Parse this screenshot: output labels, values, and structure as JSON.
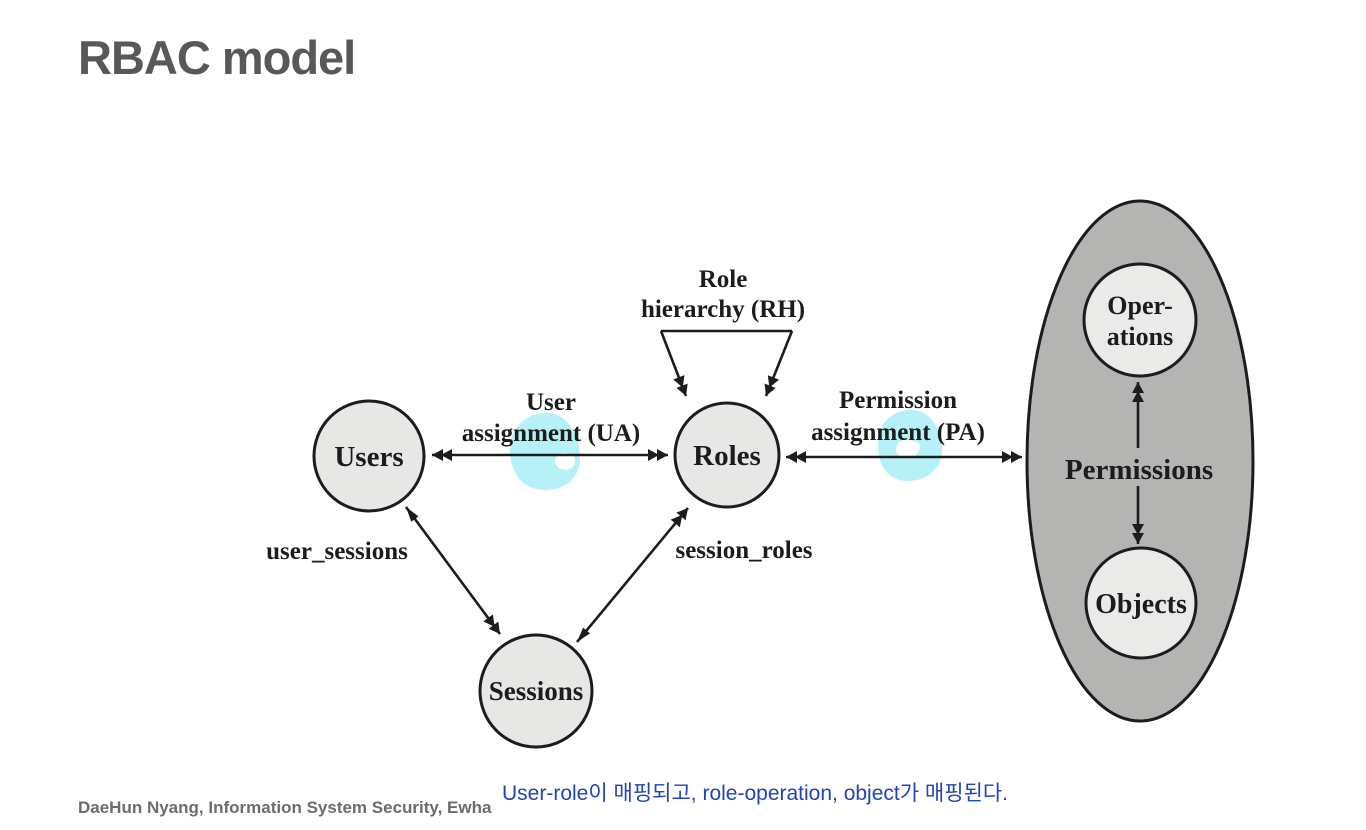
{
  "slide": {
    "title": "RBAC model",
    "footer": "DaeHun Nyang, Information System Security, Ewha",
    "annotation": "User-role이 매핑되고, role-operation, object가 매핑된다."
  },
  "diagram": {
    "nodes": {
      "users": "Users",
      "roles": "Roles",
      "sessions": "Sessions",
      "operations_line1": "Oper-",
      "operations_line2": "ations",
      "objects": "Objects",
      "permissions": "Permissions"
    },
    "edges": {
      "ua_line1": "User",
      "ua_line2": "assignment (UA)",
      "pa_line1": "Permission",
      "pa_line2": "assignment (PA)",
      "rh_line1": "Role",
      "rh_line2": "hierarchy (RH)",
      "user_sessions": "user_sessions",
      "session_roles": "session_roles"
    },
    "colors": {
      "ink": "#1c1c1c",
      "node_fill": "#e7e7e5",
      "inner_fill": "#eaeae8",
      "ellipse_fill": "#b4b4b2",
      "highlight": "#b5f1f7",
      "title": "#58585a",
      "footer": "#6c6c6e",
      "annotation": "#2244b4"
    }
  }
}
